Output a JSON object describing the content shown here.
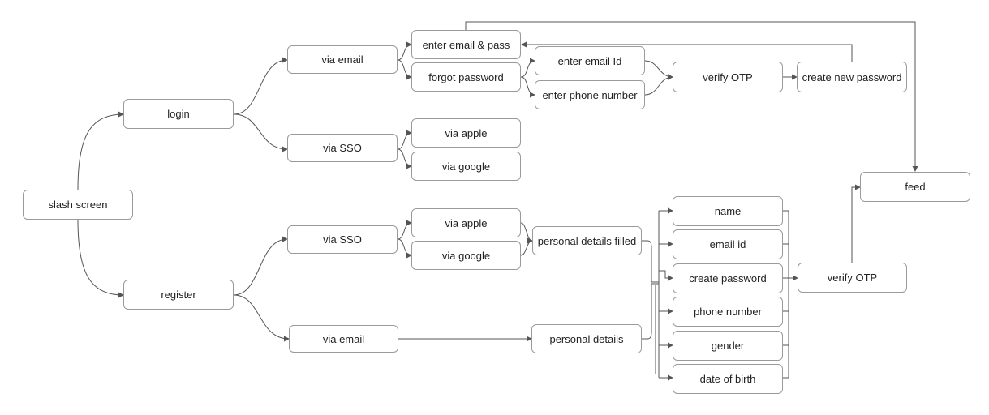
{
  "nodes": {
    "splash": "slash screen",
    "login": "login",
    "register": "register",
    "login_via_email": "via email",
    "login_via_sso": "via SSO",
    "enter_email_pass": "enter email & pass",
    "forgot_password": "forgot password",
    "enter_email_id": "enter email Id",
    "enter_phone_number": "enter phone number",
    "verify_otp_login": "verify OTP",
    "create_new_password": "create new password",
    "login_via_apple": "via apple",
    "login_via_google": "via google",
    "register_via_sso": "via SSO",
    "register_via_email": "via email",
    "register_via_apple": "via apple",
    "register_via_google": "via google",
    "personal_details_filled": "personal details filled",
    "personal_details": "personal details",
    "name": "name",
    "email_id": "email id",
    "create_password": "create password",
    "phone_number": "phone number",
    "gender": "gender",
    "date_of_birth": "date of birth",
    "verify_otp_register": "verify OTP",
    "feed": "feed"
  },
  "colors": {
    "border": "#9a9a9a",
    "line": "#555555",
    "text": "#222222"
  }
}
